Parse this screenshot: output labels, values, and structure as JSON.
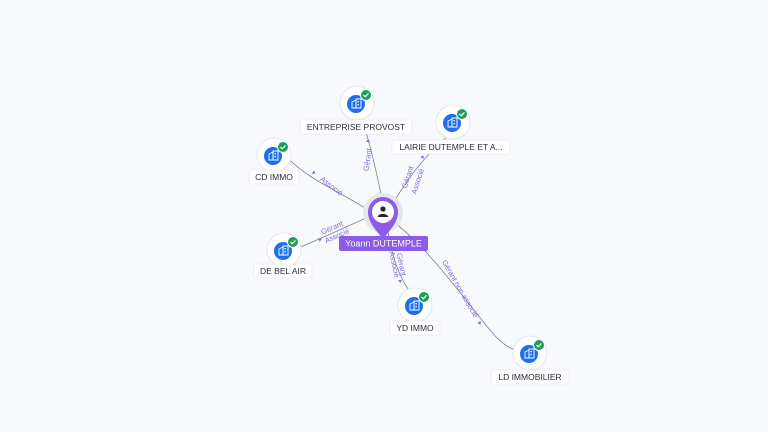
{
  "center": {
    "name": "Yoann DUTEMPLE",
    "icon": "person-icon",
    "pin_color": "#8c5ce8"
  },
  "companies": [
    {
      "id": "entreprise-provost",
      "name": "ENTREPRISE PROVOST",
      "relations": [
        "Gérant"
      ],
      "icon": "building-icon",
      "verified": true
    },
    {
      "id": "lairie-dutemple",
      "name": "LAIRIE DUTEMPLE ET A...",
      "relations": [
        "Gérant",
        "Associé"
      ],
      "icon": "building-icon",
      "verified": true
    },
    {
      "id": "cd-immo",
      "name": "CD IMMO",
      "relations": [
        "Associé"
      ],
      "icon": "building-icon",
      "verified": true
    },
    {
      "id": "de-bel-air",
      "name": "DE BEL AIR",
      "relations": [
        "Gérant",
        "Associé"
      ],
      "icon": "building-icon",
      "verified": true
    },
    {
      "id": "yd-immo",
      "name": "YD IMMO",
      "relations": [
        "Gérant",
        "Associé"
      ],
      "icon": "building-icon",
      "verified": true
    },
    {
      "id": "ld-immobilier",
      "name": "LD IMMOBILIER",
      "relations": [
        "Gérant non associé"
      ],
      "icon": "building-icon",
      "verified": true
    }
  ],
  "colors": {
    "node_blue": "#1e6ff0",
    "verified_green": "#1f9e5a",
    "edge_label": "#7f6cdb"
  }
}
